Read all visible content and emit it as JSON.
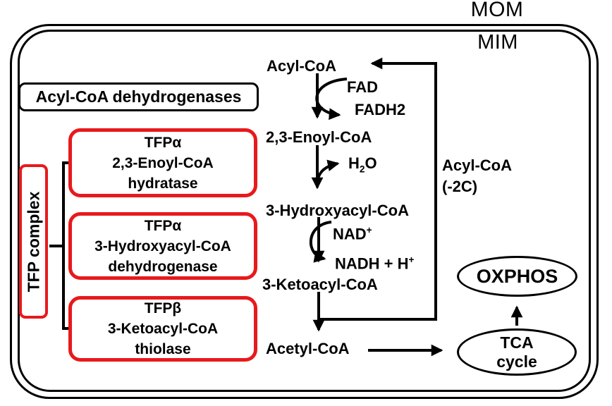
{
  "colors": {
    "accent_red": "#e8191c",
    "ink": "#000000"
  },
  "membranes": {
    "outer_label": "MOM",
    "inner_label": "MIM"
  },
  "enzyme_box": {
    "label": "Acyl-CoA dehydrogenases"
  },
  "tfp": {
    "complex_label": "TFP complex",
    "boxes": [
      {
        "subunit": "TFPα",
        "line2": "2,3-Enoyl-CoA",
        "line3": "hydratase"
      },
      {
        "subunit": "TFPα",
        "line2": "3-Hydroxyacyl-CoA",
        "line3": "dehydrogenase"
      },
      {
        "subunit": "TFPβ",
        "line2": "3-Ketoacyl-CoA",
        "line3": "thiolase"
      }
    ]
  },
  "pathway": {
    "metabolites": {
      "acyl_coa": "Acyl-CoA",
      "enoyl_coa": "2,3-Enoyl-CoA",
      "hydroxyacyl_coa": "3-Hydroxyacyl-CoA",
      "ketoacyl_coa": "3-Ketoacyl-CoA",
      "acetyl_coa": "Acetyl-CoA"
    },
    "cofactors": {
      "fad": "FAD",
      "fadh2": "FADH2",
      "h2o": {
        "pre": "H",
        "sub": "2",
        "post": "O"
      },
      "nad": {
        "base": "NAD",
        "sup": "+"
      },
      "nadh": {
        "base": "NADH + H",
        "sup": "+"
      }
    },
    "recycle": {
      "line1": "Acyl-CoA",
      "line2": "(-2C)"
    }
  },
  "outputs": {
    "oxphos": "OXPHOS",
    "tca": {
      "line1": "TCA",
      "line2": "cycle"
    }
  }
}
